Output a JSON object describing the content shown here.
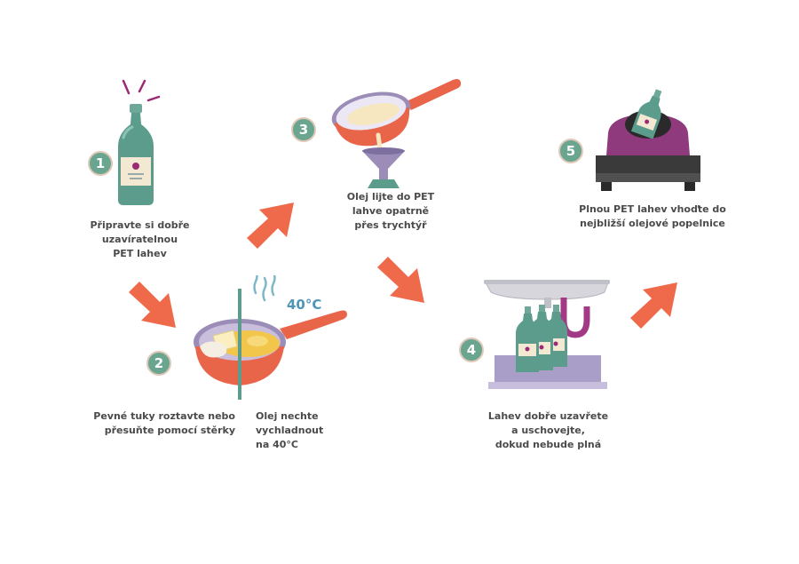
{
  "steps": [
    {
      "number": "1",
      "caption_lines": [
        "Připravte si dobře",
        "uzavíratelnou",
        "PET lahev"
      ]
    },
    {
      "number": "2",
      "caption_lines": [
        "Pevné tuky roztavte nebo",
        "přesuňte pomocí stěrky"
      ],
      "caption_b_lines": [
        "Olej nechte",
        "vychladnout",
        "na 40°C"
      ],
      "temperature_label": "40°C"
    },
    {
      "number": "3",
      "caption_lines": [
        "Olej lijte do PET",
        "lahve opatrně",
        "přes trychtýř"
      ]
    },
    {
      "number": "4",
      "caption_lines": [
        "Lahev dobře uzavřete",
        "a uschovejte,",
        "dokud nebude plná"
      ]
    },
    {
      "number": "5",
      "caption_lines": [
        "Plnou PET lahev vhoďte do",
        "nejbližší olejové popelnice"
      ]
    }
  ],
  "colors": {
    "accent_orange": "#ee6a4a",
    "badge_green": "#6aa590",
    "bottle_green": "#5b9c8c",
    "pan_orange": "#e8654a",
    "pan_purple": "#9b8db8",
    "bin_magenta": "#8e3a7c",
    "text_gray": "#4a4a4a"
  }
}
